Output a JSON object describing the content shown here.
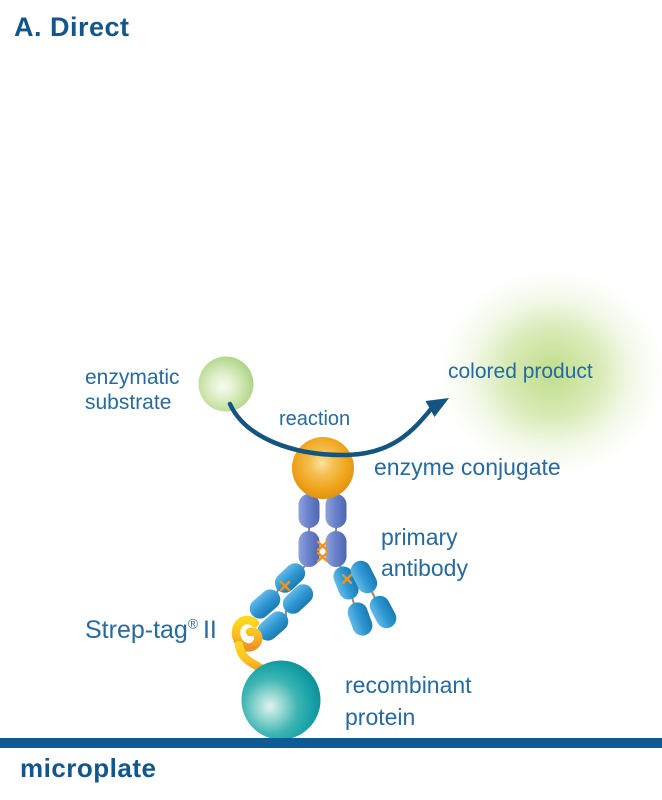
{
  "title": "A. Direct",
  "colors": {
    "title_blue": "#14568c",
    "label_blue": "#266a9f",
    "arrow_blue": "#135580",
    "microplate_blue": "#0d5a96",
    "substrate_green": "#b9dc96",
    "product_green": "#b5d876",
    "enzyme_orange": "#efa61e",
    "antibody_fc_blue": "#6a82cb",
    "antibody_fab_blue": "#2f97d3",
    "crosslink_orange": "#f0941f",
    "strep_tag_yellow": "#fdc52a",
    "protein_teal": "#17a3a8"
  },
  "labels": {
    "enzymatic_substrate": {
      "line1": "enzymatic",
      "line2": "substrate"
    },
    "reaction": "reaction",
    "colored_product": "colored product",
    "enzyme_conjugate": "enzyme conjugate",
    "primary_antibody": {
      "line1": "primary",
      "line2": "antibody"
    },
    "strep_tag": {
      "name": "Strep-tag",
      "registered": "®",
      "suffix": "II"
    },
    "recombinant_protein": {
      "line1": "recombinant",
      "line2": "protein"
    },
    "microplate": "microplate"
  }
}
